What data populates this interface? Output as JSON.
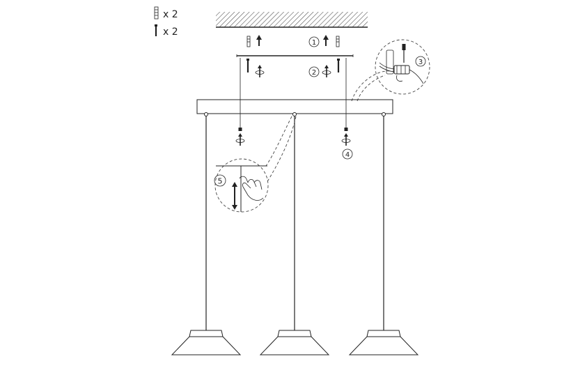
{
  "parts_legend": [
    {
      "icon": "wall-anchor-icon",
      "quantity": "x 2"
    },
    {
      "icon": "screw-icon",
      "quantity": "x 2"
    }
  ],
  "steps": [
    "1",
    "2",
    "3",
    "4",
    "5"
  ],
  "colors": {
    "line": "#222222",
    "ceiling_hatch": "#555555",
    "background": "#ffffff"
  }
}
